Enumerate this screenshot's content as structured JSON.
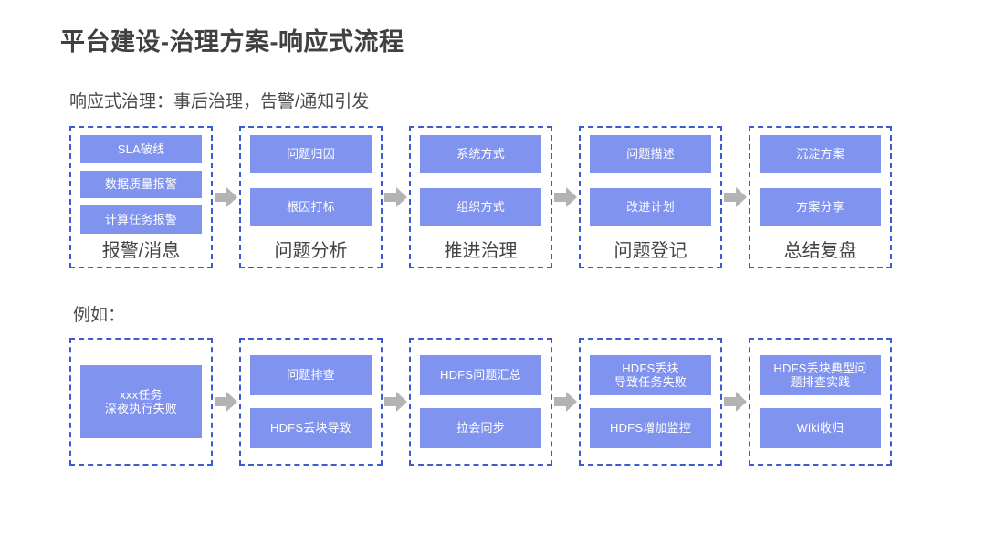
{
  "slide": {
    "title": "平台建设-治理方案-响应式流程",
    "caption_responsive": "响应式治理：事后治理，告警/通知引发",
    "caption_example": "例如："
  },
  "colors": {
    "task_fill": "#8093ef",
    "task_text": "#ffffff",
    "panel_border": "#3c5bd0",
    "arrow": "#b3b3b3",
    "title_text": "#404040",
    "body_text": "#4a4a4a"
  },
  "flow_responsive": {
    "arrow_icon": "right-arrow-icon",
    "stages": [
      {
        "label": "报警/消息",
        "tasks": [
          {
            "lines": [
              "SLA破线"
            ]
          },
          {
            "lines": [
              "数据质量报警"
            ]
          },
          {
            "lines": [
              "计算任务报警"
            ]
          }
        ]
      },
      {
        "label": "问题分析",
        "tasks": [
          {
            "lines": [
              "问题归因"
            ]
          },
          {
            "lines": [
              "根因打标"
            ]
          }
        ]
      },
      {
        "label": "推进治理",
        "tasks": [
          {
            "lines": [
              "系统方式"
            ]
          },
          {
            "lines": [
              "组织方式"
            ]
          }
        ]
      },
      {
        "label": "问题登记",
        "tasks": [
          {
            "lines": [
              "问题描述"
            ]
          },
          {
            "lines": [
              "改进计划"
            ]
          }
        ]
      },
      {
        "label": "总结复盘",
        "tasks": [
          {
            "lines": [
              "沉淀方案"
            ]
          },
          {
            "lines": [
              "方案分享"
            ]
          }
        ]
      }
    ]
  },
  "flow_example": {
    "arrow_icon": "right-arrow-icon",
    "stages": [
      {
        "label": "",
        "tasks": [
          {
            "lines": [
              "xxx任务",
              "深夜执行失败"
            ]
          }
        ]
      },
      {
        "label": "",
        "tasks": [
          {
            "lines": [
              "问题排查"
            ]
          },
          {
            "lines": [
              "HDFS丢块导致"
            ]
          }
        ]
      },
      {
        "label": "",
        "tasks": [
          {
            "lines": [
              "HDFS问题汇总"
            ]
          },
          {
            "lines": [
              "拉会同步"
            ]
          }
        ]
      },
      {
        "label": "",
        "tasks": [
          {
            "lines": [
              "HDFS丢块",
              "导致任务失败"
            ]
          },
          {
            "lines": [
              "HDFS增加监控"
            ]
          }
        ]
      },
      {
        "label": "",
        "tasks": [
          {
            "lines": [
              "HDFS丢块典型问",
              "题排查实践"
            ]
          },
          {
            "lines": [
              "Wiki收归"
            ]
          }
        ]
      }
    ]
  }
}
